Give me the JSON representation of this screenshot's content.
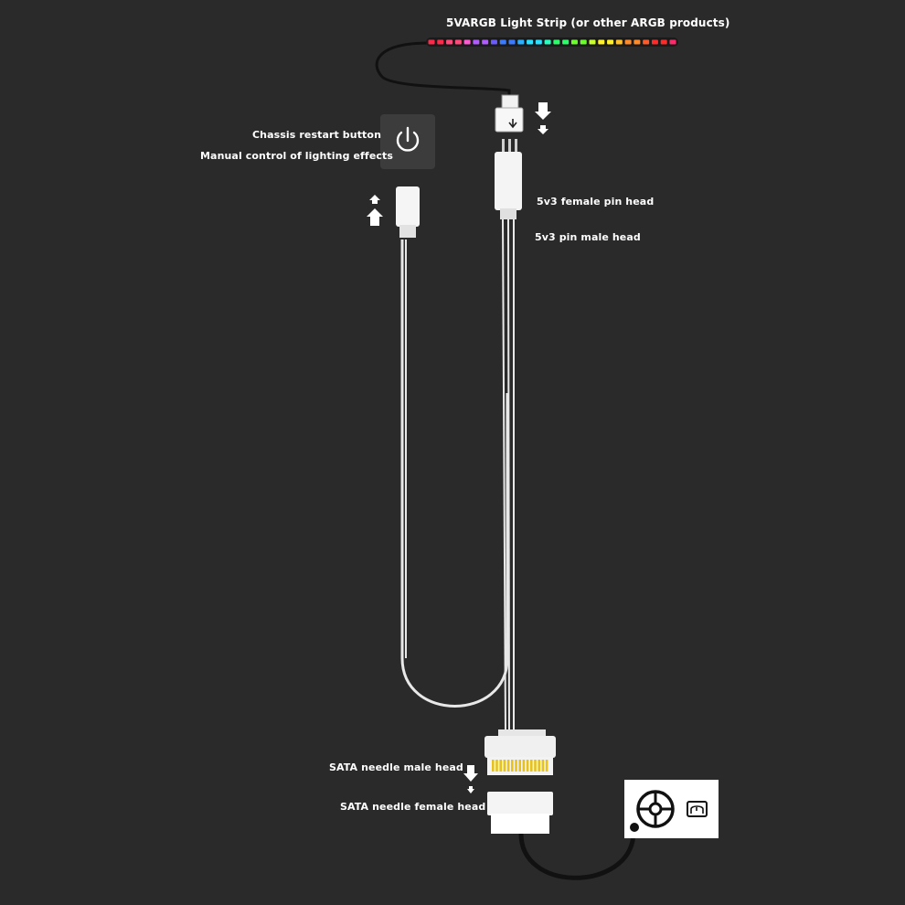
{
  "labels": {
    "strip": "5VARGB Light Strip (or other ARGB products)",
    "restart_button": "Chassis restart button",
    "manual_control": "Manual control of lighting effects",
    "female_pin": "5v3 female pin head",
    "male_pin": "5v3 pin male head",
    "sata_male": "SATA needle male head",
    "sata_female": "SATA needle female head"
  },
  "colors": {
    "background": "#2a2a2a",
    "cable": "#e8e8e8",
    "power_cable": "#111111",
    "sata_pins": "#e8c21a",
    "strip_leds": [
      "#ff2a4a",
      "#ff4a7a",
      "#ff5bd0",
      "#b05bff",
      "#6a5bff",
      "#3a7bff",
      "#2ab0ff",
      "#2ae0ff",
      "#2affc0",
      "#2aff6a",
      "#6aff2a",
      "#c8ff2a",
      "#fff02a",
      "#ffc02a",
      "#ff8a2a",
      "#ff5a2a",
      "#ff2a2a",
      "#ff2a6a"
    ]
  },
  "icons": [
    "power-icon",
    "arrow-down-icon",
    "arrow-up-icon",
    "fan-icon",
    "psu-icon"
  ]
}
